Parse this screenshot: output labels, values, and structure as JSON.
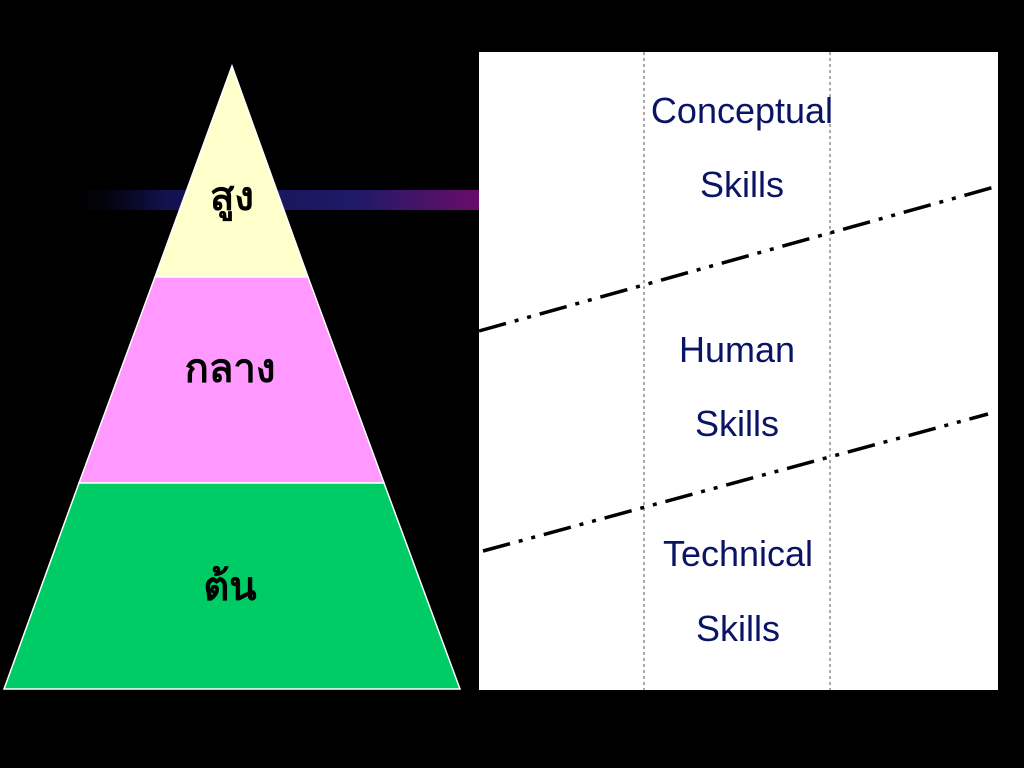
{
  "pyramid": {
    "tiers": [
      {
        "label": "สูง",
        "color": "#FFFFCC"
      },
      {
        "label": "กลาง",
        "color": "#FF99FF"
      },
      {
        "label": "ต้น",
        "color": "#00CC66"
      }
    ],
    "outline_color": "#FFFFFF"
  },
  "skills_panel": {
    "background": "#FFFFFF",
    "text_color": "#0A1464",
    "skills": [
      {
        "line1": "Conceptual",
        "line2": "Skills"
      },
      {
        "line1": "Human",
        "line2": "Skills"
      },
      {
        "line1": "Technical",
        "line2": "Skills"
      }
    ]
  },
  "connector_band": {
    "colors": [
      "#000033",
      "#1A1A66",
      "#660066"
    ]
  }
}
